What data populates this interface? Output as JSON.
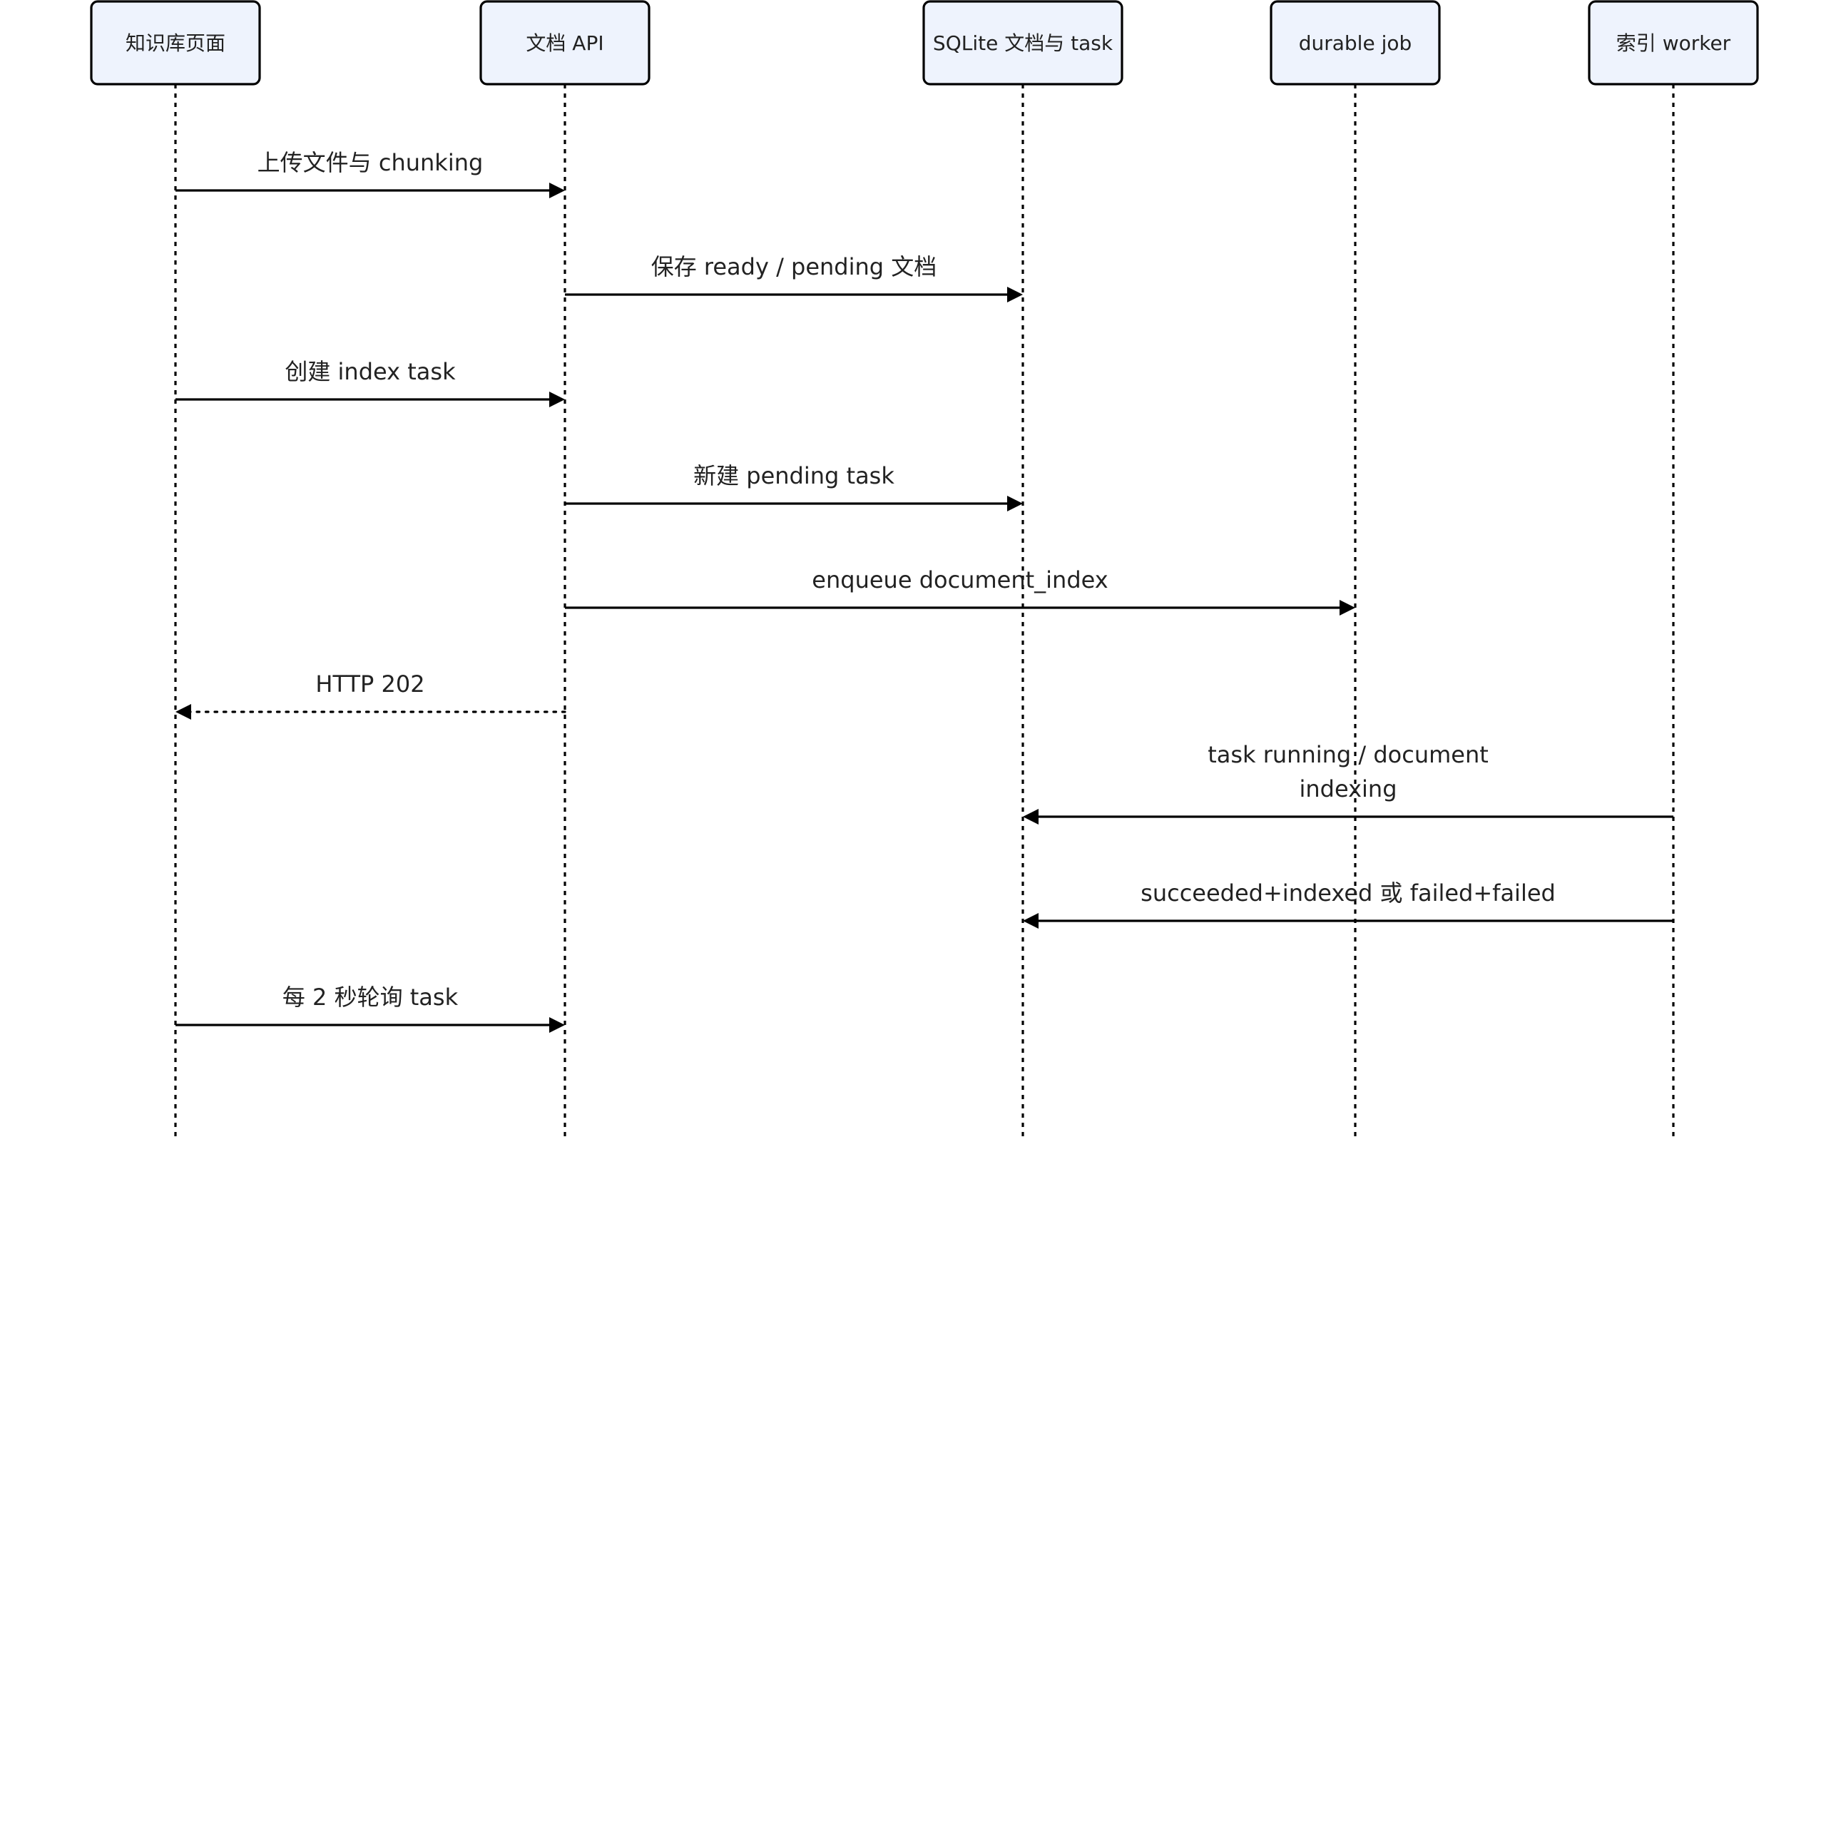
{
  "participants": [
    {
      "id": "kb_page",
      "label": "知识库页面"
    },
    {
      "id": "doc_api",
      "label": "文档 API"
    },
    {
      "id": "sqlite",
      "label": "SQLite 文档与 task"
    },
    {
      "id": "durable_job",
      "label": "durable job"
    },
    {
      "id": "index_worker",
      "label": "索引 worker"
    }
  ],
  "messages": [
    {
      "from": "kb_page",
      "to": "doc_api",
      "style": "solid",
      "label": [
        "上传文件与 chunking"
      ]
    },
    {
      "from": "doc_api",
      "to": "sqlite",
      "style": "solid",
      "label": [
        "保存 ready / pending 文档"
      ]
    },
    {
      "from": "kb_page",
      "to": "doc_api",
      "style": "solid",
      "label": [
        "创建 index task"
      ]
    },
    {
      "from": "doc_api",
      "to": "sqlite",
      "style": "solid",
      "label": [
        "新建 pending task"
      ]
    },
    {
      "from": "doc_api",
      "to": "durable_job",
      "style": "solid",
      "label": [
        "enqueue document_index"
      ]
    },
    {
      "from": "doc_api",
      "to": "kb_page",
      "style": "dotted",
      "label": [
        "HTTP 202"
      ]
    },
    {
      "from": "index_worker",
      "to": "sqlite",
      "style": "solid",
      "label": [
        "task running / document",
        "indexing"
      ]
    },
    {
      "from": "index_worker",
      "to": "sqlite",
      "style": "solid",
      "label": [
        "succeeded+indexed 或 failed+failed"
      ]
    },
    {
      "from": "kb_page",
      "to": "doc_api",
      "style": "solid",
      "label": [
        "每 2 秒轮询 task"
      ]
    }
  ]
}
